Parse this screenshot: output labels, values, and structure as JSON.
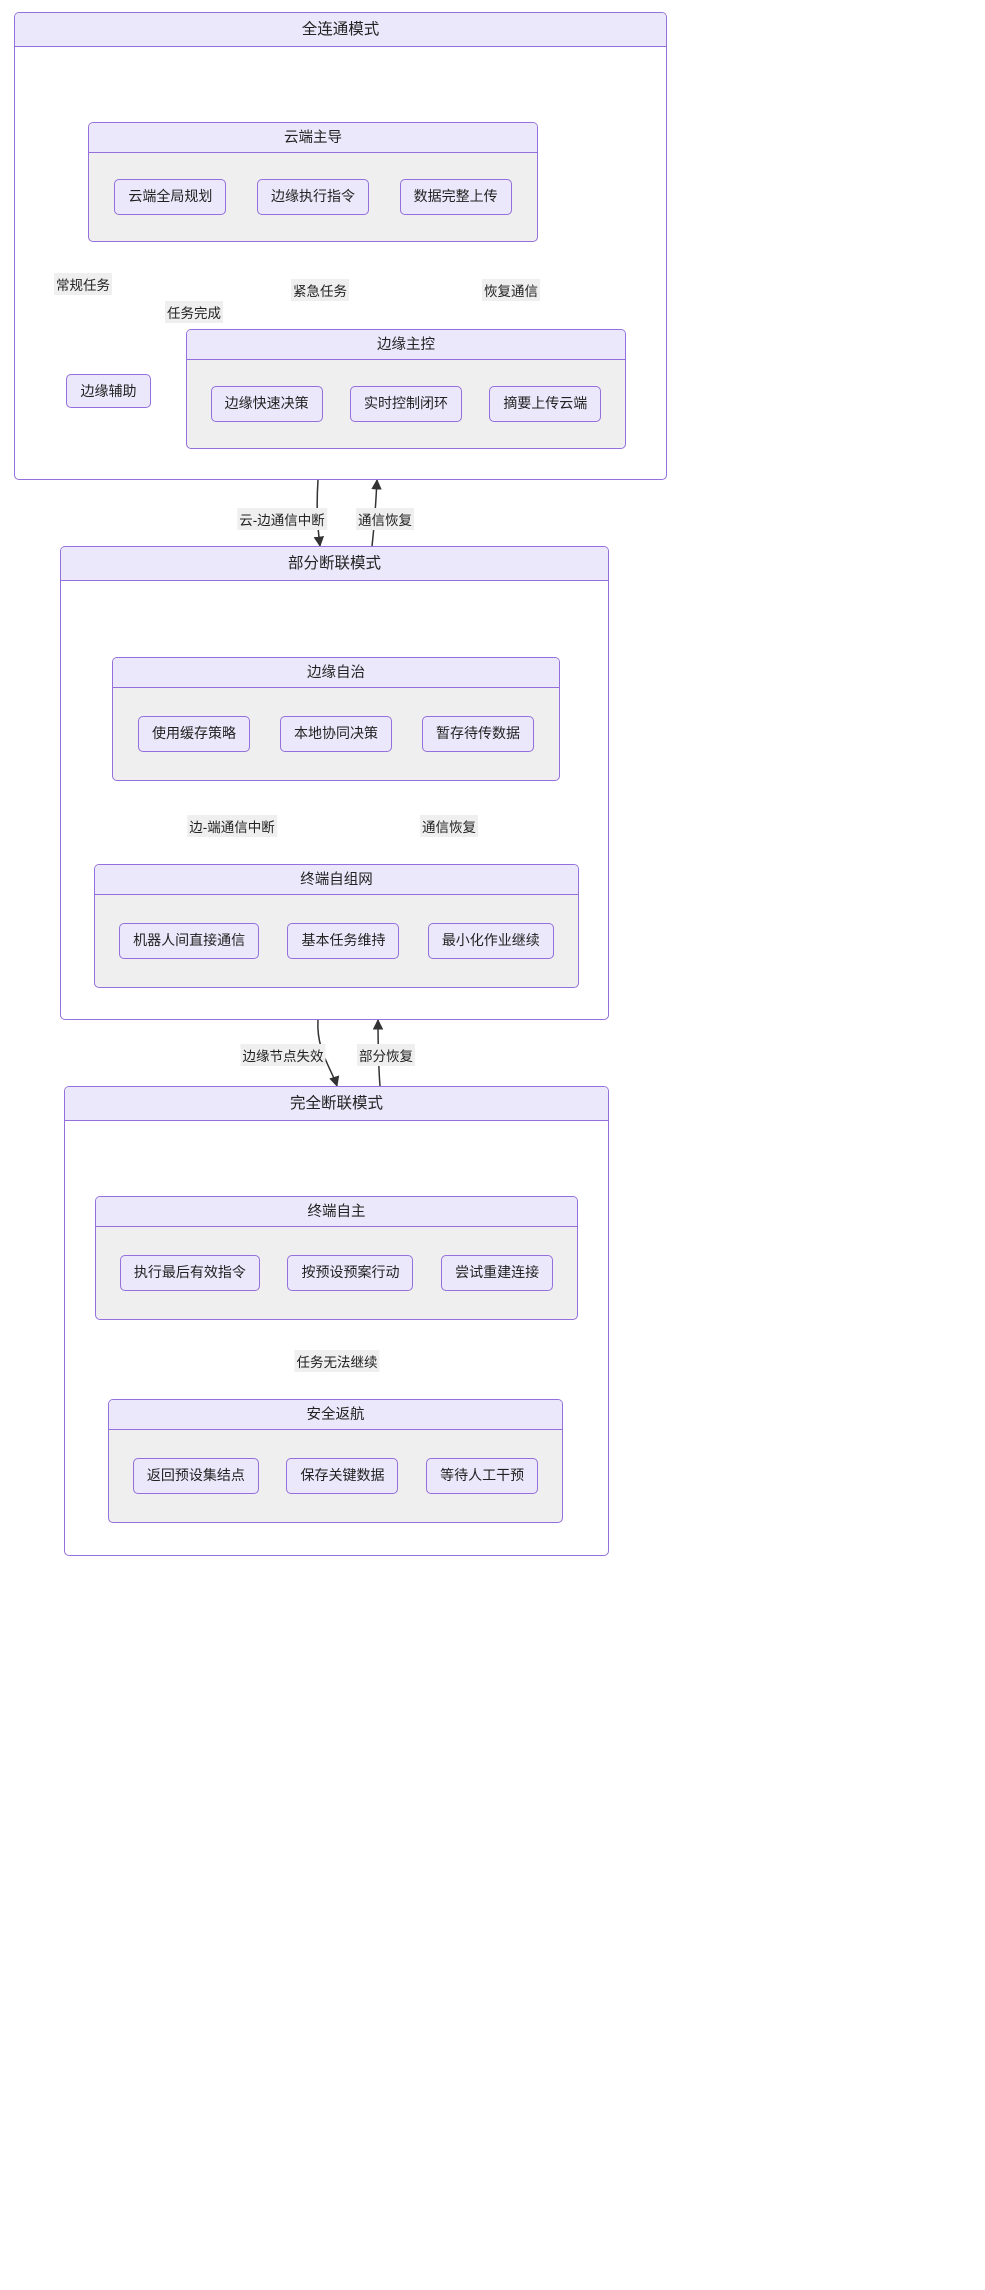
{
  "diagram": {
    "type": "state-diagram",
    "title_present": false,
    "colors": {
      "border": "#9370DB",
      "header_fill": "#ECE8FB",
      "group_fill": "#EFEFEF",
      "node_fill": "#ECE8FB",
      "edge_stroke": "#333333",
      "text": "#222222"
    }
  },
  "modes": [
    {
      "id": "mode-fully-connected",
      "title": "全连通模式",
      "groups": [
        {
          "id": "cloud-led",
          "title": "云端主导",
          "items": [
            "云端全局规划",
            "边缘执行指令",
            "数据完整上传"
          ]
        },
        {
          "id": "edge-master",
          "title": "边缘主控",
          "items": [
            "边缘快速决策",
            "实时控制闭环",
            "摘要上传云端"
          ]
        }
      ],
      "nodes": [
        {
          "id": "edge-assist",
          "label": "边缘辅助"
        }
      ],
      "transitions": [
        {
          "label": "常规任务",
          "from": "云端主导",
          "to": "边缘辅助"
        },
        {
          "label": "任务完成",
          "from": "边缘辅助",
          "to": "云端主导"
        },
        {
          "label": "紧急任务",
          "from": "云端主导",
          "to": "边缘主控"
        },
        {
          "label": "恢复通信",
          "from": "边缘主控",
          "to": "云端主导"
        }
      ]
    },
    {
      "id": "mode-partially-disconnected",
      "title": "部分断联模式",
      "groups": [
        {
          "id": "edge-autonomy",
          "title": "边缘自治",
          "items": [
            "使用缓存策略",
            "本地协同决策",
            "暂存待传数据"
          ]
        },
        {
          "id": "terminal-mesh",
          "title": "终端自组网",
          "items": [
            "机器人间直接通信",
            "基本任务维持",
            "最小化作业继续"
          ]
        }
      ],
      "nodes": [],
      "transitions": [
        {
          "label": "边-端通信中断",
          "from": "边缘自治",
          "to": "终端自组网"
        },
        {
          "label": "通信恢复",
          "from": "终端自组网",
          "to": "边缘自治"
        }
      ]
    },
    {
      "id": "mode-fully-disconnected",
      "title": "完全断联模式",
      "groups": [
        {
          "id": "terminal-autonomy",
          "title": "终端自主",
          "items": [
            "执行最后有效指令",
            "按预设预案行动",
            "尝试重建连接"
          ]
        },
        {
          "id": "safe-return",
          "title": "安全返航",
          "items": [
            "返回预设集结点",
            "保存关键数据",
            "等待人工干预"
          ]
        }
      ],
      "nodes": [],
      "transitions": [
        {
          "label": "任务无法继续",
          "from": "终端自主",
          "to": "安全返航"
        }
      ]
    }
  ],
  "inter_mode_transitions": [
    {
      "label": "云-边通信中断",
      "from": "全连通模式",
      "to": "部分断联模式"
    },
    {
      "label": "通信恢复",
      "from": "部分断联模式",
      "to": "全连通模式"
    },
    {
      "label": "边缘节点失效",
      "from": "部分断联模式",
      "to": "完全断联模式"
    },
    {
      "label": "部分恢复",
      "from": "完全断联模式",
      "to": "部分断联模式"
    }
  ]
}
